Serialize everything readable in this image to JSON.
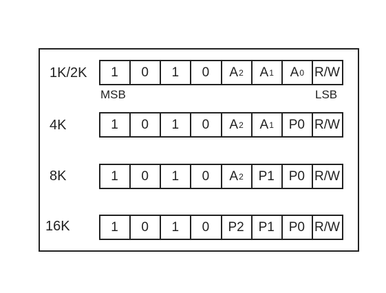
{
  "notes": {
    "msb": "MSB",
    "lsb": "LSB"
  },
  "rows": [
    {
      "label": "1K/2K",
      "cells": [
        {
          "main": "1",
          "sub": ""
        },
        {
          "main": "0",
          "sub": ""
        },
        {
          "main": "1",
          "sub": ""
        },
        {
          "main": "0",
          "sub": ""
        },
        {
          "main": "A",
          "sub": "2"
        },
        {
          "main": "A",
          "sub": "1"
        },
        {
          "main": "A",
          "sub": "0"
        },
        {
          "main": "R/W",
          "sub": ""
        }
      ]
    },
    {
      "label": "4K",
      "cells": [
        {
          "main": "1",
          "sub": ""
        },
        {
          "main": "0",
          "sub": ""
        },
        {
          "main": "1",
          "sub": ""
        },
        {
          "main": "0",
          "sub": ""
        },
        {
          "main": "A",
          "sub": "2"
        },
        {
          "main": "A",
          "sub": "1"
        },
        {
          "main": "P0",
          "sub": ""
        },
        {
          "main": "R/W",
          "sub": ""
        }
      ]
    },
    {
      "label": "8K",
      "cells": [
        {
          "main": "1",
          "sub": ""
        },
        {
          "main": "0",
          "sub": ""
        },
        {
          "main": "1",
          "sub": ""
        },
        {
          "main": "0",
          "sub": ""
        },
        {
          "main": "A",
          "sub": "2"
        },
        {
          "main": "P1",
          "sub": ""
        },
        {
          "main": "P0",
          "sub": ""
        },
        {
          "main": "R/W",
          "sub": ""
        }
      ]
    },
    {
      "label": "16K",
      "cells": [
        {
          "main": "1",
          "sub": ""
        },
        {
          "main": "0",
          "sub": ""
        },
        {
          "main": "1",
          "sub": ""
        },
        {
          "main": "0",
          "sub": ""
        },
        {
          "main": "P2",
          "sub": ""
        },
        {
          "main": "P1",
          "sub": ""
        },
        {
          "main": "P0",
          "sub": ""
        },
        {
          "main": "R/W",
          "sub": ""
        }
      ]
    }
  ]
}
